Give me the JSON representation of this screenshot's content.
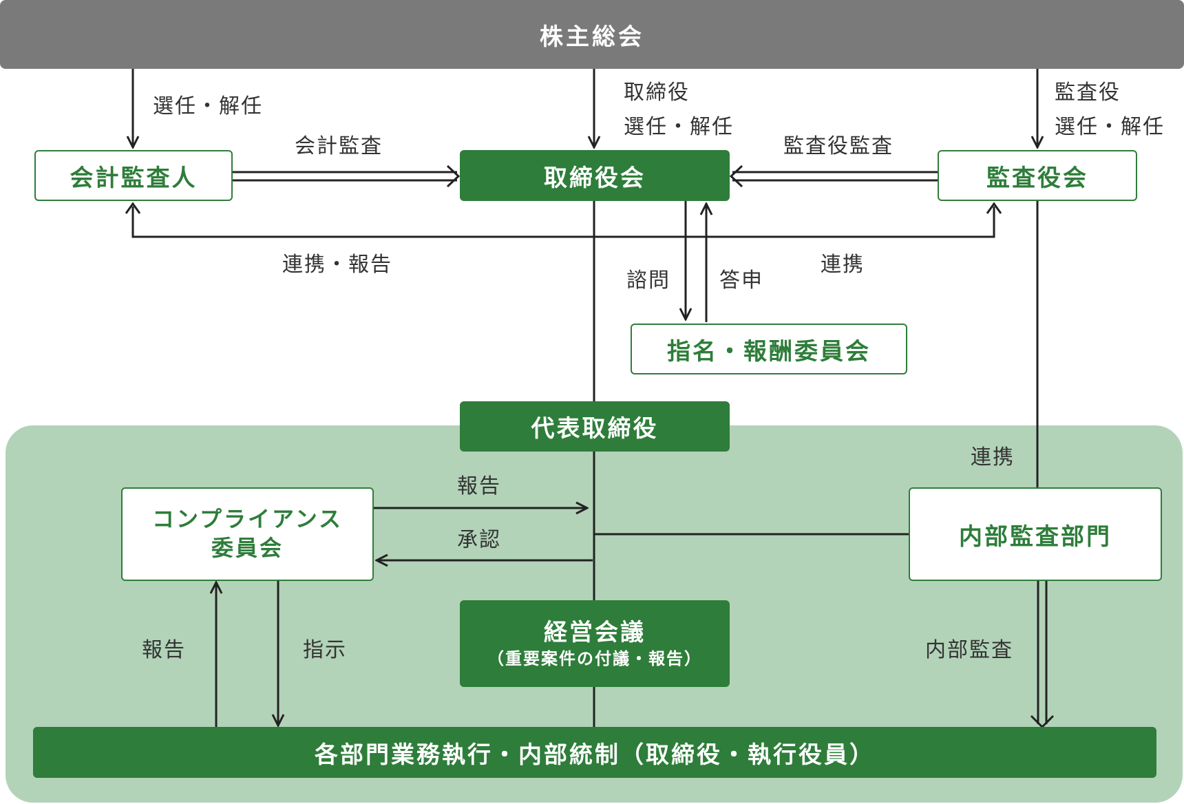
{
  "nodes": {
    "shareholders": "株主総会",
    "auditor": "会計監査人",
    "board": "取締役会",
    "audit_board": "監査役会",
    "nomination": "指名・報酬委員会",
    "ceo": "代表取締役",
    "compliance_line1": "コンプライアンス",
    "compliance_line2": "委員会",
    "internal_audit": "内部監査部門",
    "mgmt_meeting": "経営会議",
    "mgmt_meeting_sub": "（重要案件の付議・報告）",
    "execution": "各部門業務執行・内部統制（取締役・執行役員）"
  },
  "labels": {
    "appoint_dismiss": "選任・解任",
    "director": "取締役",
    "director_appoint": "選任・解任",
    "corporate_auditor": "監査役",
    "corporate_auditor_appoint": "選任・解任",
    "accounting_audit": "会計監査",
    "auditor_audit": "監査役監査",
    "collab_report": "連携・報告",
    "consult": "諮問",
    "answer": "答申",
    "collab_top": "連携",
    "collab_right": "連携",
    "report_upper": "報告",
    "approval": "承認",
    "report_lower": "報告",
    "instruction": "指示",
    "internal_audit_flow": "内部監査"
  },
  "colors": {
    "green": "#2e7d3a",
    "panel": "#b2d3b8",
    "gray": "#7a7a7a",
    "line": "#222222"
  }
}
